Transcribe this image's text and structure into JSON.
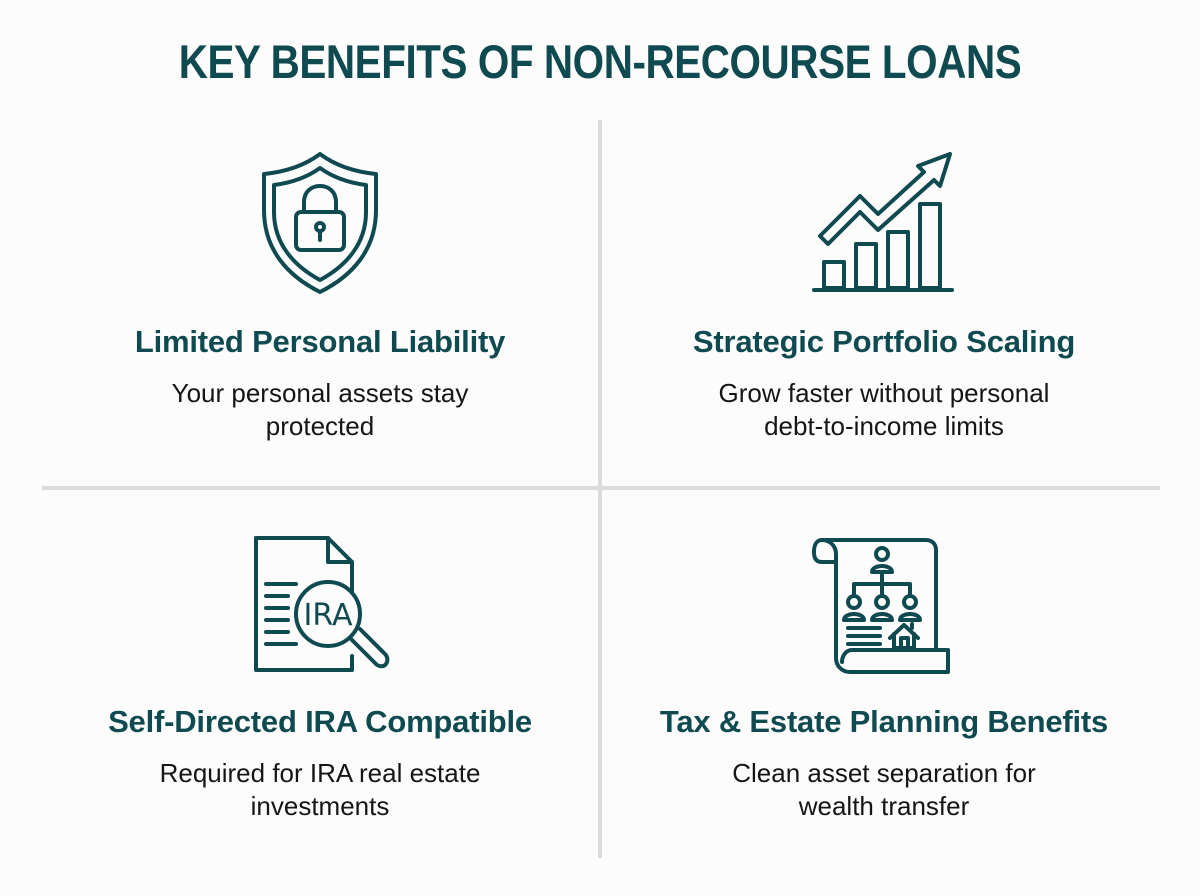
{
  "page": {
    "title": "KEY BENEFITS OF NON-RECOURSE LOANS",
    "accent_color": "#0f4a51",
    "background_color": "#fcfcfc",
    "divider_color": "#dcdcdc"
  },
  "benefits": [
    {
      "icon": "shield-lock-icon",
      "heading": "Limited Personal Liability",
      "desc_line1": "Your personal assets stay",
      "desc_line2": "protected"
    },
    {
      "icon": "growth-chart-icon",
      "heading": "Strategic Portfolio Scaling",
      "desc_line1": "Grow faster without personal",
      "desc_line2": "debt-to-income limits"
    },
    {
      "icon": "ira-document-magnifier-icon",
      "icon_text": "IRA",
      "heading": "Self-Directed IRA Compatible",
      "desc_line1": "Required for IRA real estate",
      "desc_line2": "investments"
    },
    {
      "icon": "estate-scroll-icon",
      "heading": "Tax & Estate Planning Benefits",
      "desc_line1": "Clean asset separation for",
      "desc_line2": "wealth transfer"
    }
  ]
}
